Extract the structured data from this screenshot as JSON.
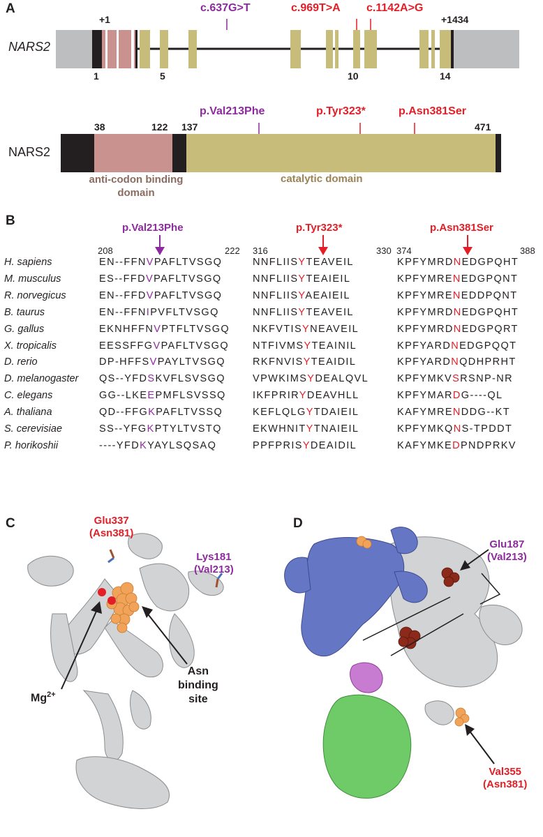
{
  "panelA": {
    "letter": "A",
    "gene_label": "NARS2",
    "protein_label": "NARS2",
    "gene_markers": {
      "start": "+1",
      "end": "+1434"
    },
    "exon_numbers": [
      "1",
      "5",
      "10",
      "14"
    ],
    "gene_mutations": [
      {
        "label": "c.637G>T",
        "color": "#8e2a9f"
      },
      {
        "label": "c.969T>A",
        "color": "#e41e26"
      },
      {
        "label": "c.1142A>G",
        "color": "#e41e26"
      }
    ],
    "protein_positions": [
      "38",
      "122",
      "137",
      "471"
    ],
    "protein_mutations": [
      {
        "label": "p.Val213Phe",
        "color": "#8e2a9f"
      },
      {
        "label": "p.Tyr323*",
        "color": "#e41e26"
      },
      {
        "label": "p.Asn381Ser",
        "color": "#e41e26"
      }
    ],
    "domains": {
      "anticodon_line1": "anti-codon binding",
      "anticodon_line2": "domain",
      "catalytic": "catalytic domain"
    }
  },
  "panelB": {
    "letter": "B",
    "headers": [
      {
        "label": "p.Val213Phe",
        "start": "208",
        "end": "222"
      },
      {
        "label": "p.Tyr323*",
        "start": "316",
        "end": "330"
      },
      {
        "label": "p.Asn381Ser",
        "start": "374",
        "end": "388"
      }
    ],
    "rows": [
      {
        "species": "H. sapiens",
        "s1": [
          "EN--FFN",
          "V",
          "PAFLTVSGQ"
        ],
        "s2": [
          "NNFLIIS",
          "Y",
          "TEAVEIL"
        ],
        "s3": [
          "KPFYMRD",
          "N",
          "EDGPQHT"
        ],
        "c1": "purple",
        "c3": "red"
      },
      {
        "species": "M. musculus",
        "s1": [
          "ES--FFD",
          "V",
          "PAFLTVSGQ"
        ],
        "s2": [
          "NNFLIIS",
          "Y",
          "TEAIEIL"
        ],
        "s3": [
          "KPFYMRE",
          "N",
          "EDGPQNT"
        ],
        "c1": "purple",
        "c3": "red"
      },
      {
        "species": "R. norvegicus",
        "s1": [
          "EN--FFD",
          "V",
          "PAFLTVSGQ"
        ],
        "s2": [
          "NNFLIIS",
          "Y",
          "AEAIEIL"
        ],
        "s3": [
          "KPFYMRE",
          "N",
          "EDDPQNT"
        ],
        "c1": "purple",
        "c3": "red"
      },
      {
        "species": "B. taurus",
        "s1": [
          "EN--FFN",
          "I",
          "PVFLTVSGQ"
        ],
        "s2": [
          "NNFLIIS",
          "Y",
          "TEAVEIL"
        ],
        "s3": [
          "KPFYMRD",
          "N",
          "EDGPQHT"
        ],
        "c1": "purple",
        "c3": "red"
      },
      {
        "species": "G. gallus",
        "s1": [
          "EKNHFFN",
          "V",
          "PTFLTVSGQ"
        ],
        "s2": [
          "NKFVTIS",
          "Y",
          "NEAVEIL"
        ],
        "s3": [
          "KPFYMRD",
          "N",
          "EDGPQRT"
        ],
        "c1": "purple",
        "c3": "red"
      },
      {
        "species": "X. tropicalis",
        "s1": [
          "EESSFFG",
          "V",
          "PAFLTVSGQ"
        ],
        "s2": [
          "NTFIVMS",
          "Y",
          "TEAINIL"
        ],
        "s3": [
          "KPFYARD",
          "N",
          "EDGPQQT"
        ],
        "c1": "purple",
        "c3": "red"
      },
      {
        "species": "D. rerio",
        "s1": [
          "DP-HFFS",
          "V",
          "PAYLTVSGQ"
        ],
        "s2": [
          "RKFNVIS",
          "Y",
          "TEAIDIL"
        ],
        "s3": [
          "KPFYARD",
          "N",
          "QDHPRHT"
        ],
        "c1": "purple",
        "c3": "red"
      },
      {
        "species": "D. melanogaster",
        "s1": [
          "QS--YFD",
          "S",
          "KVFLSVSGQ"
        ],
        "s2": [
          "VPWKIMS",
          "Y",
          "DEALQVL"
        ],
        "s3": [
          "KPFYMKV",
          "S",
          "RSNP-NR"
        ],
        "c1": "purple",
        "c3": "red"
      },
      {
        "species": "C. elegans",
        "s1": [
          "GG--LKE",
          "E",
          "PMFLSVSSQ"
        ],
        "s2": [
          "IKFPRIR",
          "Y",
          "DEAVHLL"
        ],
        "s3": [
          "KPFYMAR",
          "D",
          "G----QL"
        ],
        "c1": "purple",
        "c3": "red"
      },
      {
        "species": "A. thaliana",
        "s1": [
          "QD--FFG",
          "K",
          "PAFLTVSSQ"
        ],
        "s2": [
          "KEFLQLG",
          "Y",
          "TDAIEIL"
        ],
        "s3": [
          "KAFYMRE",
          "N",
          "DDG--KT"
        ],
        "c1": "purple",
        "c3": "red"
      },
      {
        "species": "S. cerevisiae",
        "s1": [
          "SS--YFG",
          "K",
          "PTYLTVSTQ"
        ],
        "s2": [
          "EKWHNIT",
          "Y",
          "TNAIEIL"
        ],
        "s3": [
          "KPFYMKQ",
          "N",
          "S-TPDDT"
        ],
        "c1": "purple",
        "c3": "red"
      },
      {
        "species": "P. horikoshii",
        "s1": [
          "----YFD",
          "K",
          "YAYLSQSAQ"
        ],
        "s2": [
          "PPFPRIS",
          "Y",
          "DEAIDIL"
        ],
        "s3": [
          "KAFYMKE",
          "D",
          "PNDPRKV"
        ],
        "c1": "purple",
        "c3": "red"
      }
    ]
  },
  "panelC": {
    "letter": "C",
    "glu337_line1": "Glu337",
    "glu337_line2": "(Asn381)",
    "lys181_line1": "Lys181",
    "lys181_line2": "(Val213)",
    "mg_label": "Mg",
    "mg_sup": "2+",
    "asn_line1": "Asn",
    "asn_line2": "binding",
    "asn_line3": "site"
  },
  "panelD": {
    "letter": "D",
    "glu187_line1": "Glu187",
    "glu187_line2": "(Val213)",
    "val355_line1": "Val355",
    "val355_line2": "(Asn381)"
  }
}
